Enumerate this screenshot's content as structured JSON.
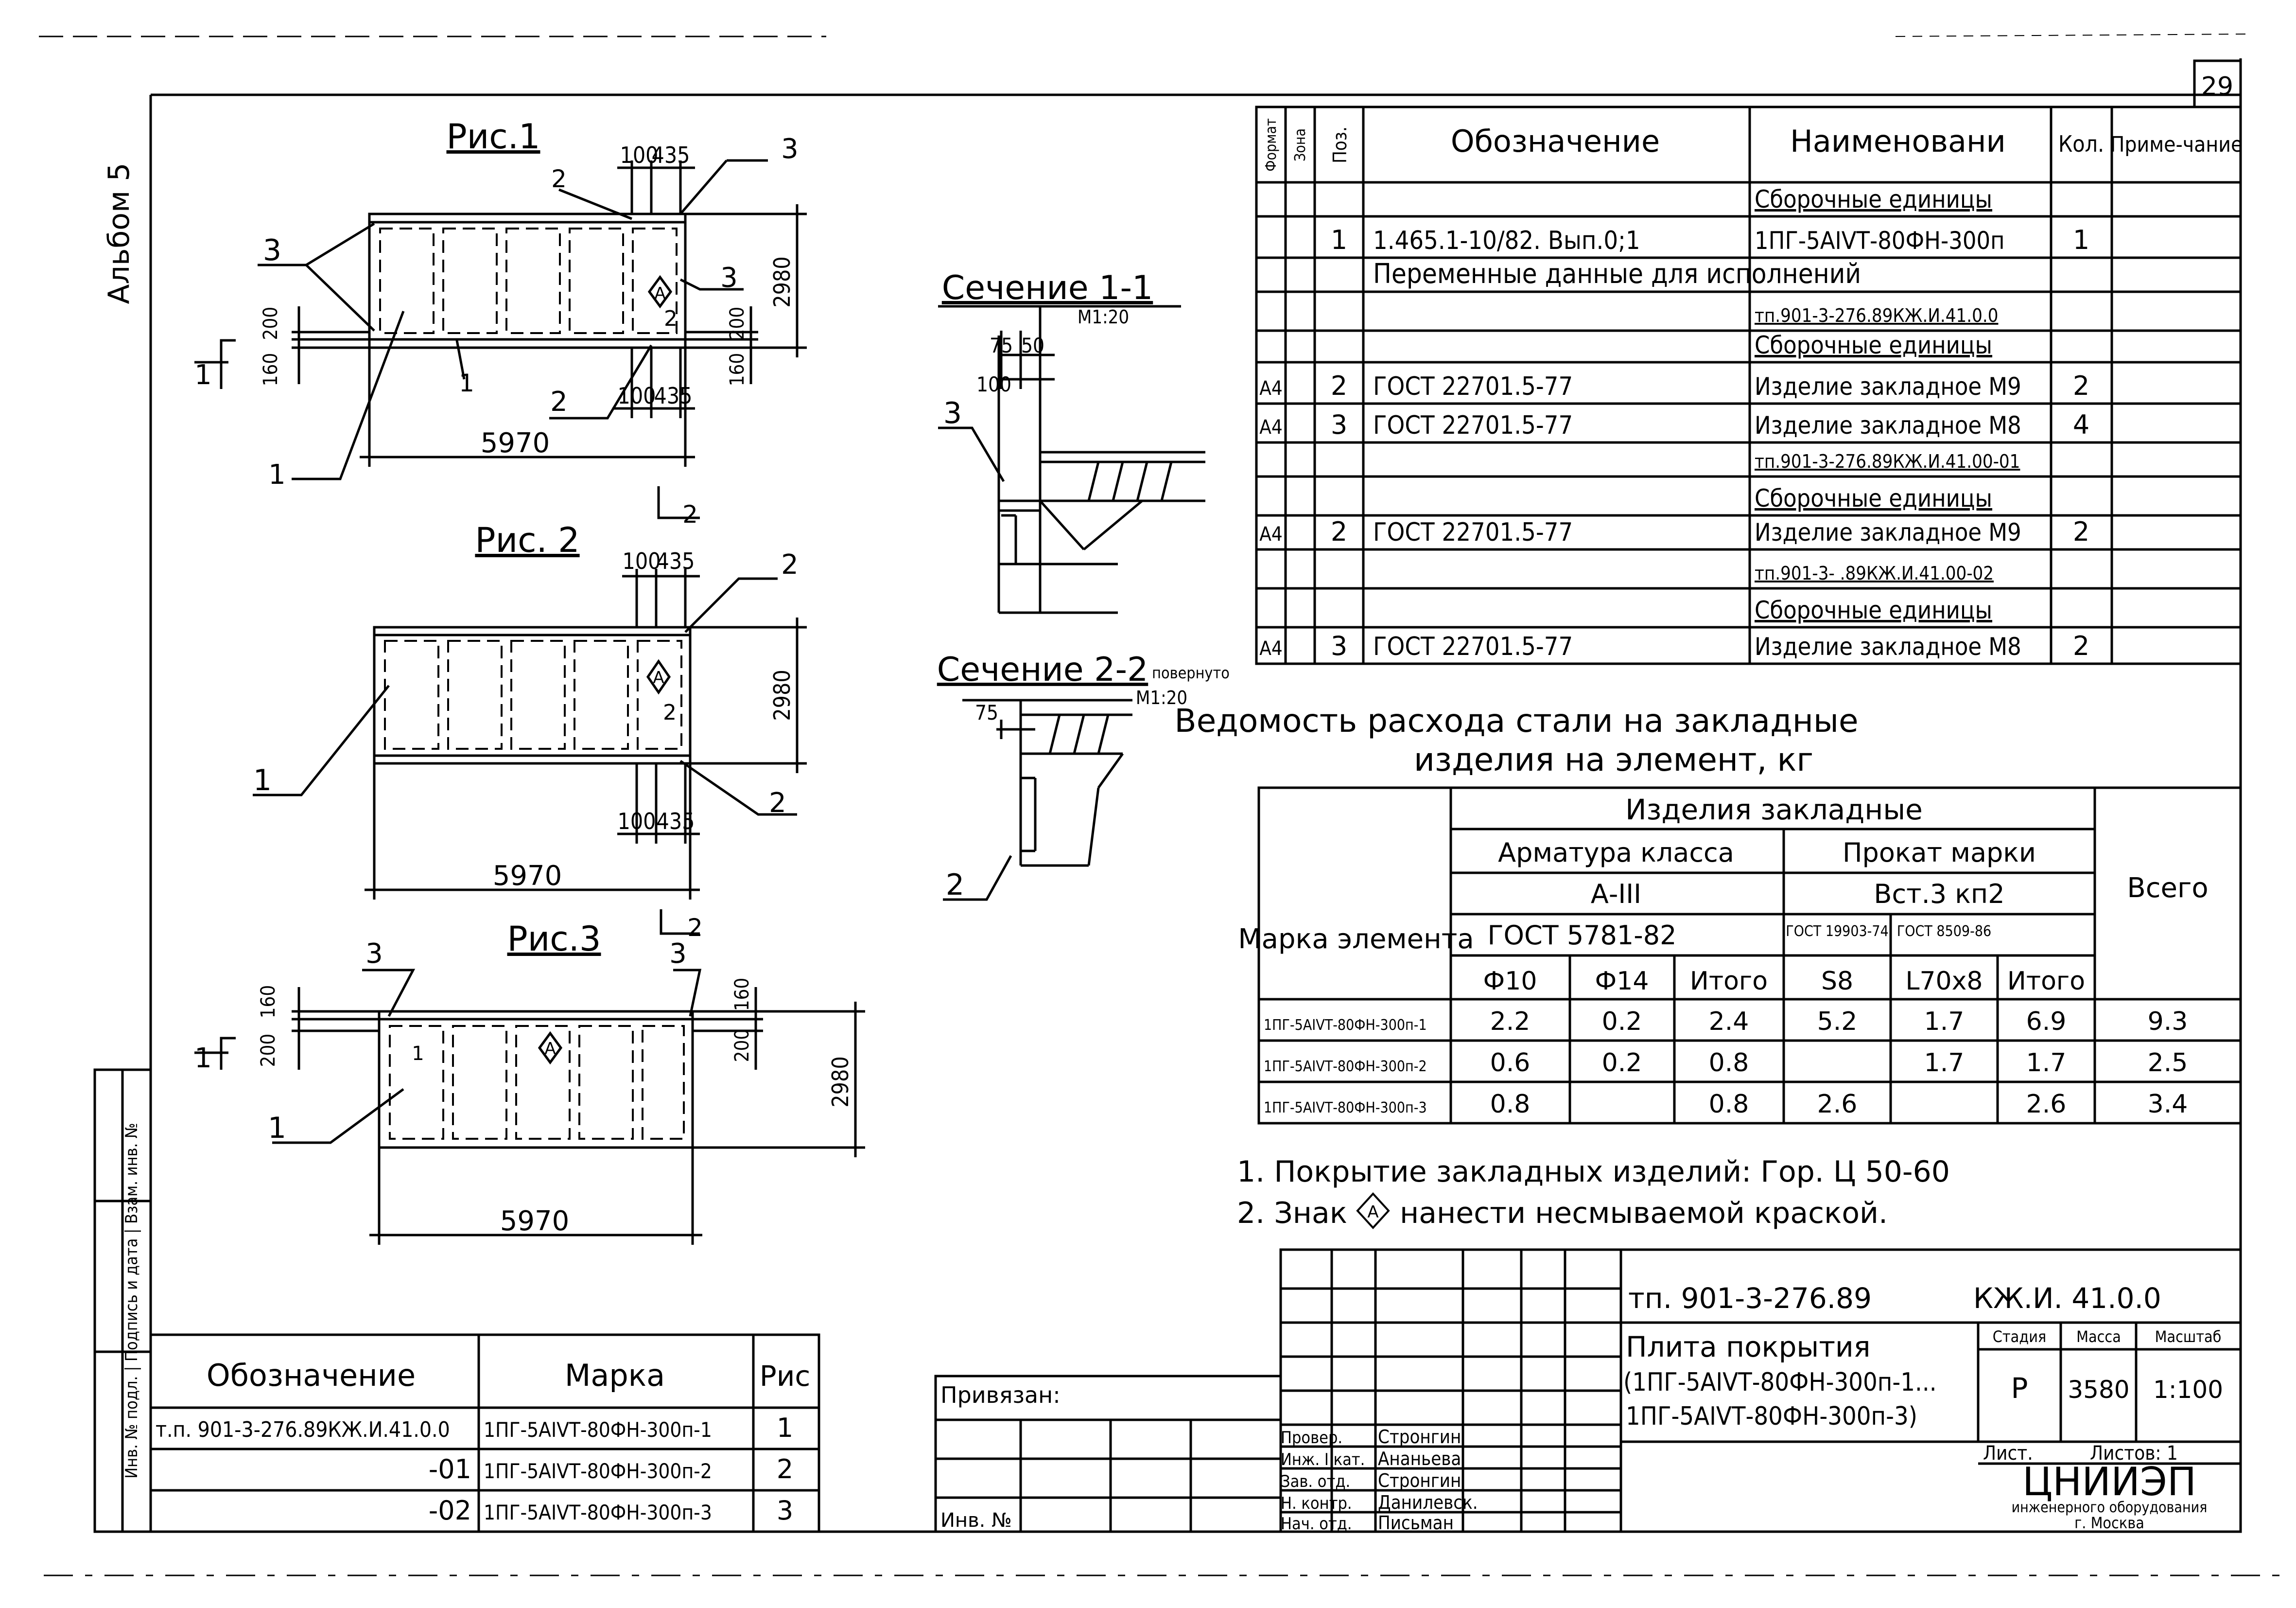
{
  "page_number": "29",
  "album_label": "Альбом 5",
  "figures": {
    "fig1": {
      "title": "Рис.1",
      "dims": {
        "top_a": "100",
        "top_b": "435",
        "right": "2980",
        "left_a": "200",
        "left_b": "160",
        "right_a": "200",
        "right_b": "160",
        "bottom_a": "100",
        "bottom_b": "435",
        "width": "5970"
      },
      "callouts": {
        "c3_top": "3",
        "c2_top": "2",
        "c3_left": "3",
        "c3_right": "3",
        "c2_bottom": "2",
        "c1_left": "1",
        "c1_bottom": "1",
        "c1_mark": "1",
        "sec_mark": "1",
        "sign_num": "2",
        "sign_letter": "А"
      }
    },
    "fig2": {
      "title": "Рис. 2",
      "dims": {
        "top_a": "100",
        "top_b": "435",
        "right": "2980",
        "bottom_a": "100",
        "bottom_b": "435",
        "width": "5970"
      },
      "callouts": {
        "c2_top": "2",
        "c2_bottom": "2",
        "c1": "1",
        "sign_num": "2",
        "sign_letter": "А",
        "sec_mark_top": "2",
        "sec_mark_bottom": "2"
      }
    },
    "fig3": {
      "title": "Рис.3",
      "dims": {
        "left_a": "160",
        "left_b": "200",
        "right_a": "160",
        "right_b": "200",
        "right": "2980",
        "width": "5970"
      },
      "callouts": {
        "c3_left": "3",
        "c3_right": "3",
        "c1": "1",
        "sec_mark": "1",
        "sign_num": "1",
        "sign_letter": "А"
      }
    }
  },
  "sections": {
    "s11": {
      "title": "Сечение 1-1",
      "scale": "М1:20",
      "dim_a": "75",
      "dim_b": "50",
      "dim_c": "100",
      "callout": "3"
    },
    "s22": {
      "title": "Сечение 2-2",
      "note": "повернуто",
      "scale": "М1:20",
      "dim_a": "75",
      "callout": "2"
    }
  },
  "spec_table": {
    "headers": {
      "format": "Формат",
      "zone": "Зона",
      "pos": "Поз.",
      "designation": "Обозначение",
      "name": "Наименовани",
      "qty": "Кол.",
      "note": "Приме-чание"
    },
    "rows": [
      {
        "format": "",
        "pos": "",
        "designation": "",
        "name": "Сборочные единицы",
        "qty": ""
      },
      {
        "format": "",
        "pos": "1",
        "designation": "1.465.1-10/82. Вып.0;1",
        "name": "1ПГ-5АIVТ-80ФН-300п",
        "qty": "1"
      },
      {
        "format": "",
        "pos": "",
        "designation": "Переменные данные для исполнений",
        "name": "",
        "qty": ""
      },
      {
        "format": "",
        "pos": "",
        "designation": "",
        "name": "тп.901-3-276.89КЖ.И.41.0.0",
        "qty": ""
      },
      {
        "format": "",
        "pos": "",
        "designation": "",
        "name": "Сборочные единицы",
        "qty": ""
      },
      {
        "format": "А4",
        "pos": "2",
        "designation": "ГОСТ 22701.5-77",
        "name": "Изделие закладное М9",
        "qty": "2"
      },
      {
        "format": "А4",
        "pos": "3",
        "designation": "ГОСТ 22701.5-77",
        "name": "Изделие закладное М8",
        "qty": "4"
      },
      {
        "format": "",
        "pos": "",
        "designation": "",
        "name": "тп.901-3-276.89КЖ.И.41.00-01",
        "qty": ""
      },
      {
        "format": "",
        "pos": "",
        "designation": "",
        "name": "Сборочные единицы",
        "qty": ""
      },
      {
        "format": "А4",
        "pos": "2",
        "designation": "ГОСТ 22701.5-77",
        "name": "Изделие закладное М9",
        "qty": "2"
      },
      {
        "format": "",
        "pos": "",
        "designation": "",
        "name": "тп.901-3- .89КЖ.И.41.00-02",
        "qty": ""
      },
      {
        "format": "",
        "pos": "",
        "designation": "",
        "name": "Сборочные единицы",
        "qty": ""
      },
      {
        "format": "А4",
        "pos": "3",
        "designation": "ГОСТ 22701.5-77",
        "name": "Изделие закладное М8",
        "qty": "2"
      }
    ]
  },
  "steel_table": {
    "title_line1": "Ведомость расхода стали на закладные",
    "title_line2": "изделия на элемент, кг",
    "headers": {
      "mark": "Марка элемента",
      "group": "Изделия закладные",
      "arm": "Арматура класса",
      "arm_class": "А-III",
      "arm_gost": "ГОСТ 5781-82",
      "prokat": "Прокат марки",
      "prokat_grade": "Вст.3 кп2",
      "gost1": "ГОСТ 19903-74",
      "gost2": "ГОСТ 8509-86",
      "total": "Всего"
    },
    "sub_headers": [
      "Ф10",
      "Ф14",
      "Итого",
      "S8",
      "L70х8",
      "Итого"
    ],
    "rows": [
      {
        "mark": "1ПГ-5АIVТ-80ФН-300п-1",
        "cells": [
          "2.2",
          "0.2",
          "2.4",
          "5.2",
          "1.7",
          "6.9"
        ],
        "total": "9.3"
      },
      {
        "mark": "1ПГ-5АIVТ-80ФН-300п-2",
        "cells": [
          "0.6",
          "0.2",
          "0.8",
          "",
          "1.7",
          "1.7"
        ],
        "total": "2.5"
      },
      {
        "mark": "1ПГ-5АIVТ-80ФН-300п-3",
        "cells": [
          "0.8",
          "",
          "0.8",
          "2.6",
          "",
          "2.6"
        ],
        "total": "3.4"
      }
    ]
  },
  "notes": {
    "n1": "1. Покрытие закладных изделий: Гор. Ц 50-60",
    "n2_a": "2. Знак",
    "n2_sign": "А",
    "n2_b": "нанести несмываемой краской."
  },
  "left_table": {
    "headers": {
      "designation": "Обозначение",
      "mark": "Марка",
      "fig": "Рис"
    },
    "rows": [
      {
        "designation": "т.п. 901-3-276.89КЖ.И.41.0.0",
        "mark": "1ПГ-5АIVТ-80ФН-300п-1",
        "fig": "1"
      },
      {
        "designation": "-01",
        "mark": "1ПГ-5АIVТ-80ФН-300п-2",
        "fig": "2"
      },
      {
        "designation": "-02",
        "mark": "1ПГ-5АIVТ-80ФН-300п-3",
        "fig": "3"
      }
    ]
  },
  "side_strip": "Инв. № подл. | Подпись и дата | Взам. инв. №",
  "privyazan": "Привязан:",
  "inv_no": "Инв. №",
  "title_block": {
    "code": "тп. 901-3-276.89",
    "doc": "КЖ.И. 41.0.0",
    "title1": "Плита покрытия",
    "title2": "(1ПГ-5АIVТ-80ФН-300п-1...",
    "title3": "1ПГ-5АIVТ-80ФН-300п-3)",
    "stage_h": "Стадия",
    "mass_h": "Масса",
    "scale_h": "Масштаб",
    "stage": "Р",
    "mass": "3580",
    "scale": "1:100",
    "sheet": "Лист.",
    "sheets": "Листов: 1",
    "org1": "ЦНИИЭП",
    "org2": "инженерного оборудования",
    "org3": "г. Москва",
    "signers": [
      {
        "role": "Провер.",
        "name": "Стронгин"
      },
      {
        "role": "Инж. I кат.",
        "name": "Ананьева"
      },
      {
        "role": "Зав. отд.",
        "name": "Стронгин"
      },
      {
        "role": "Н. контр.",
        "name": "Данилевск."
      },
      {
        "role": "Нач. отд.",
        "name": "Письман"
      }
    ]
  }
}
